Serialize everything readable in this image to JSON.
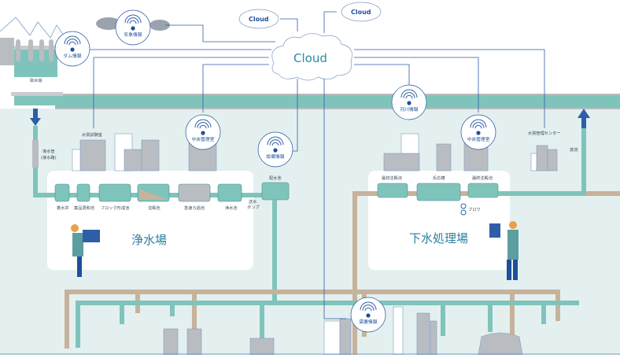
{
  "colors": {
    "line": "#2f5ea8",
    "water": "#7fc4ba",
    "sewage": "#c7b29b",
    "background_land": "#e3f0ef",
    "building": "#b9bdc2",
    "title": "#2a7fa0"
  },
  "clouds": {
    "main": "Cloud",
    "left_small": "Cloud",
    "right_small": "Cloud"
  },
  "wifi_nodes": [
    {
      "id": "dam",
      "label": "ダム情報",
      "icon": "wifi-icon"
    },
    {
      "id": "weather",
      "label": "気象情報",
      "icon": "wifi-icon"
    },
    {
      "id": "water_central",
      "label": "中央管理室",
      "icon": "wifi-icon"
    },
    {
      "id": "facility",
      "label": "設備情報",
      "icon": "wifi-icon"
    },
    {
      "id": "river",
      "label": "河川情報",
      "icon": "wifi-icon"
    },
    {
      "id": "sewage_central",
      "label": "中央管理室",
      "icon": "wifi-icon"
    },
    {
      "id": "demand",
      "label": "需要情報",
      "icon": "wifi-icon"
    }
  ],
  "intake": {
    "label": "取水塔"
  },
  "conduit": {
    "label_line1": "導水管",
    "label_line2": "(導水路)"
  },
  "water_lab": {
    "label": "水質試験室"
  },
  "water_plant": {
    "title": "浄水場",
    "stages": [
      "着水井",
      "薬品混和池",
      "フロック形成池",
      "沈殿池",
      "急速ろ過池",
      "浄水池"
    ],
    "pump_line1": "送水",
    "pump_line2": "ポンプ",
    "reservoir": "配水池"
  },
  "sewage_plant": {
    "title": "下水処理場",
    "stages": [
      "最初沈殿池",
      "反応槽",
      "最終沈殿池"
    ],
    "blower": "ブロワ"
  },
  "water_quality_center": {
    "label": "水質管理センター"
  },
  "discharge": {
    "label": "放流"
  }
}
